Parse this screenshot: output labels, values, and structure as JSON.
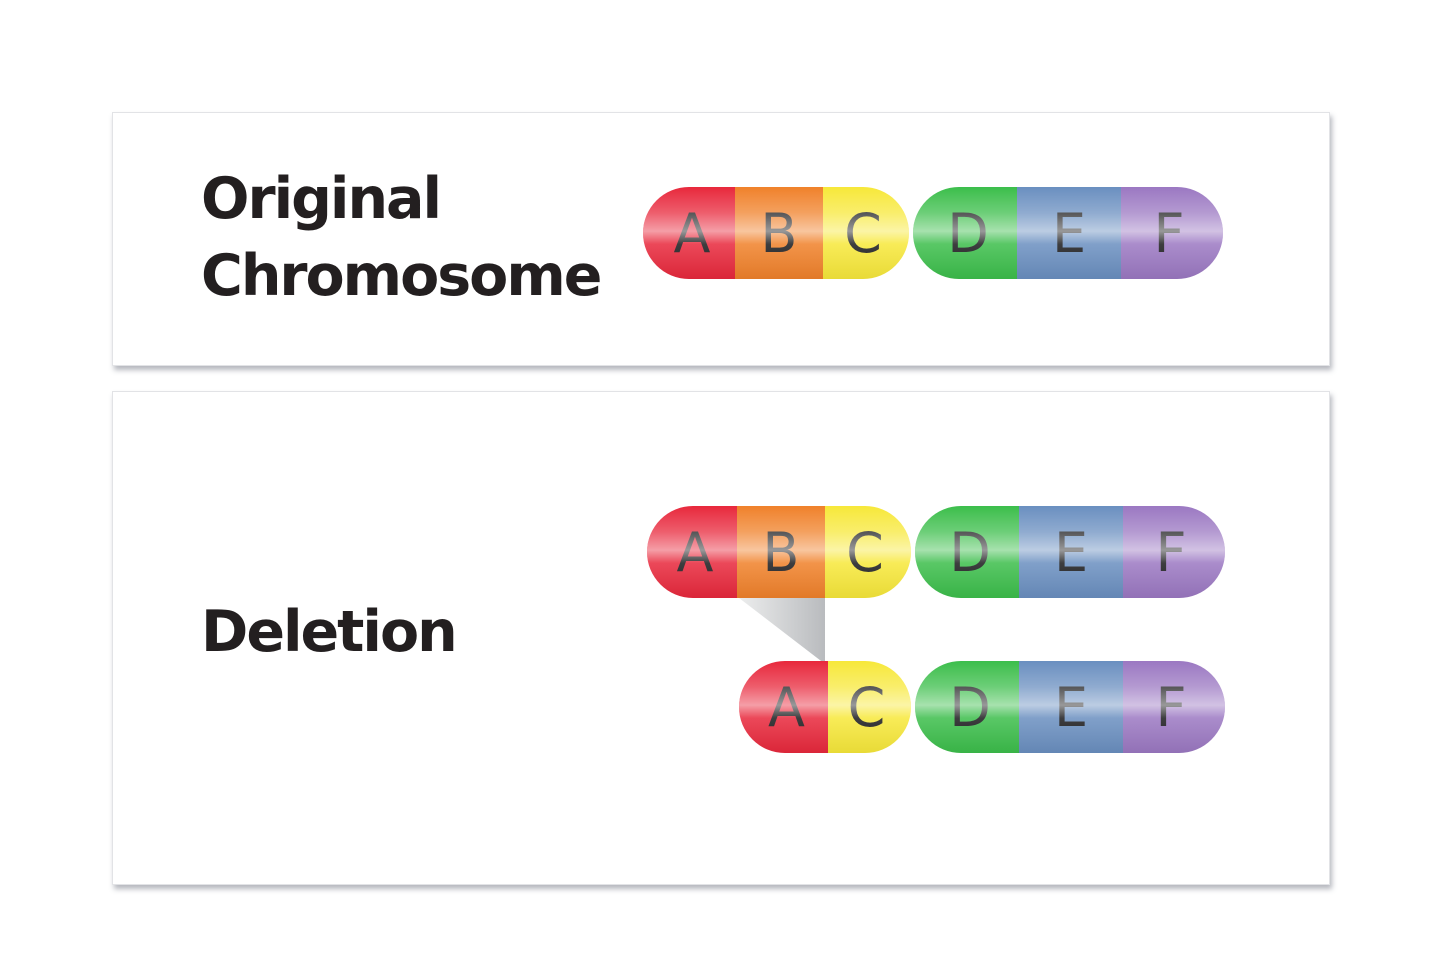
{
  "panels": {
    "original": {
      "label_line1": "Original",
      "label_line2": "Chromosome",
      "chromosome": {
        "arm_left": [
          "A",
          "B",
          "C"
        ],
        "arm_right": [
          "D",
          "E",
          "F"
        ]
      }
    },
    "deletion": {
      "label": "Deletion",
      "before": {
        "arm_left": [
          "A",
          "B",
          "C"
        ],
        "arm_right": [
          "D",
          "E",
          "F"
        ]
      },
      "after": {
        "arm_left": [
          "A",
          "C"
        ],
        "arm_right": [
          "D",
          "E",
          "F"
        ]
      },
      "deleted_gene": "B"
    }
  },
  "colors": {
    "A": "#e8283c",
    "B": "#f0812a",
    "C": "#f7e83a",
    "D": "#3cbe4b",
    "E": "#6a8fc0",
    "F": "#9b78c2",
    "text": "#231f20",
    "connector": "#c7c9cc"
  }
}
